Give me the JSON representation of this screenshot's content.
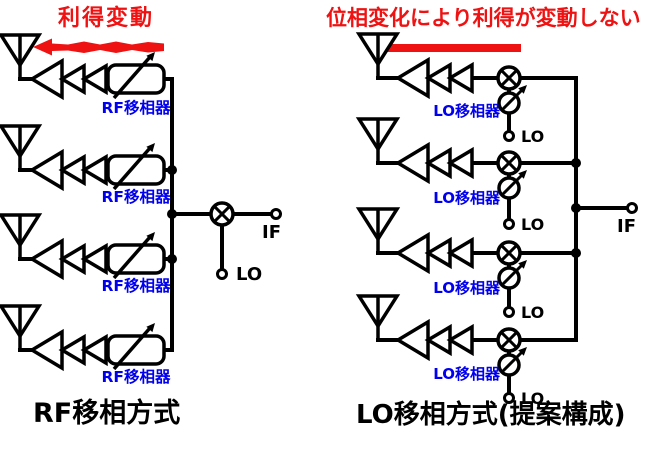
{
  "left_panel": {
    "annotation": "利得変動",
    "phase_shifter_label": "RF移相器",
    "if_port": "IF",
    "lo_port": "LO",
    "caption": "RF移相方式"
  },
  "right_panel": {
    "annotation": "位相変化により利得が変動しない",
    "phase_shifter_label": "LO移相器",
    "if_port": "IF",
    "lo_port": "LO",
    "caption": "LO移相方式(提案構成)"
  },
  "colors": {
    "annotation_red": "#ee1212",
    "label_blue": "#0000ee",
    "line_black": "#000000",
    "background": "#ffffff"
  },
  "icons": {
    "antenna": "antenna-icon",
    "amplifier": "amplifier-chain-icon",
    "rf_phase_shifter": "variable-phase-shifter-box-icon",
    "lo_phase_shifter": "variable-phase-shifter-circle-icon",
    "mixer": "mixer-icon",
    "terminal": "open-terminal-icon",
    "gain_arrow": "gain-variation-arrow-icon",
    "constant_gain_arrow": "constant-gain-arrow-icon"
  }
}
